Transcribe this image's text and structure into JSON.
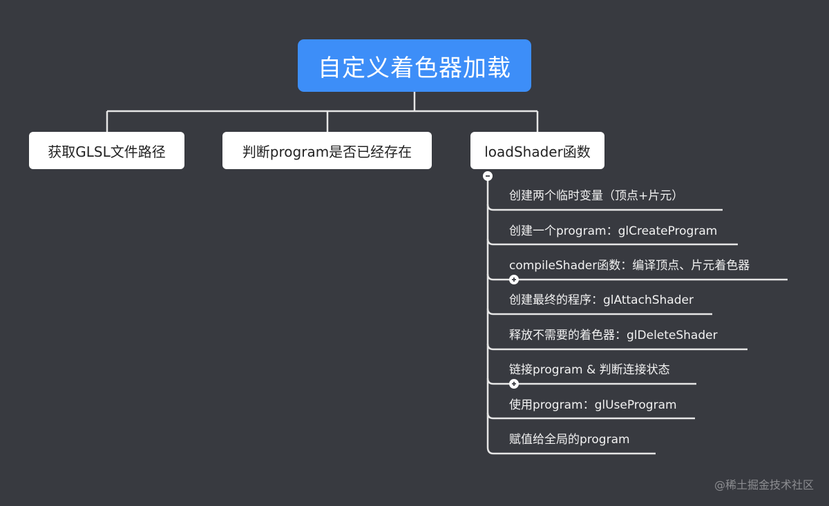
{
  "root": {
    "label": "自定义着色器加载"
  },
  "branches": [
    {
      "label": "获取GLSL文件路径"
    },
    {
      "label": "判断program是否已经存在"
    },
    {
      "label": "loadShader函数"
    }
  ],
  "loadShader_children": [
    {
      "label": "创建两个临时变量（顶点+片元）",
      "collapsed": false
    },
    {
      "label": "创建一个program：glCreateProgram",
      "collapsed": false
    },
    {
      "label": "compileShader函数：编译顶点、片元着色器",
      "collapsed": true
    },
    {
      "label": "创建最终的程序：glAttachShader",
      "collapsed": false
    },
    {
      "label": "释放不需要的着色器：glDeleteShader",
      "collapsed": false
    },
    {
      "label": "链接program & 判断连接状态",
      "collapsed": true
    },
    {
      "label": "使用program：glUseProgram",
      "collapsed": false
    },
    {
      "label": "赋值给全局的program",
      "collapsed": false
    }
  ],
  "colors": {
    "background": "#383a40",
    "root_fill": "#3d8ef8",
    "node_fill": "#ffffff",
    "connector": "#e6e6e6"
  },
  "watermark": "@稀土掘金技术社区"
}
